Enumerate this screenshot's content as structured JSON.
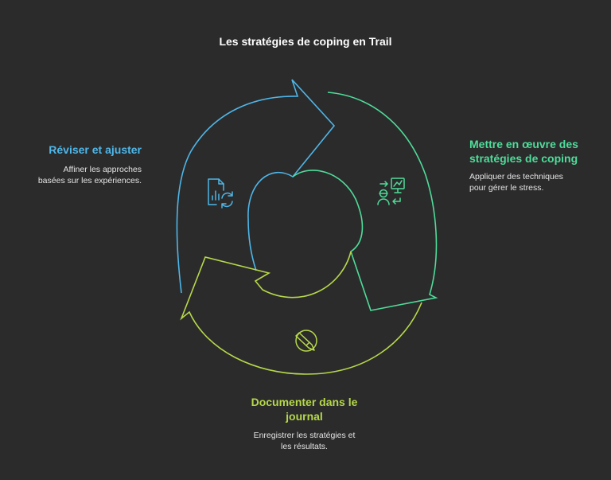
{
  "title": "Les stratégies de coping en Trail",
  "colors": {
    "background": "#2b2b2b",
    "blue": "#4fb6e8",
    "green": "#4fdc9a",
    "lime": "#b6d84a"
  },
  "steps": [
    {
      "heading_lines": [
        "Réviser et ajuster"
      ],
      "description_lines": [
        "Affiner les approches",
        "basées sur les expériences."
      ],
      "color": "#4fb6e8",
      "icon": "report-refresh-icon"
    },
    {
      "heading_lines": [
        "Mettre en œuvre des",
        "stratégies de coping"
      ],
      "description_lines": [
        "Appliquer des techniques",
        "pour gérer le stress."
      ],
      "color": "#4fdc9a",
      "icon": "person-presentation-icon"
    },
    {
      "heading_lines": [
        "Documenter dans le",
        "journal"
      ],
      "description_lines": [
        "Enregistrer les stratégies et",
        "les résultats."
      ],
      "color": "#b6d84a",
      "icon": "pencil-circle-icon"
    }
  ]
}
